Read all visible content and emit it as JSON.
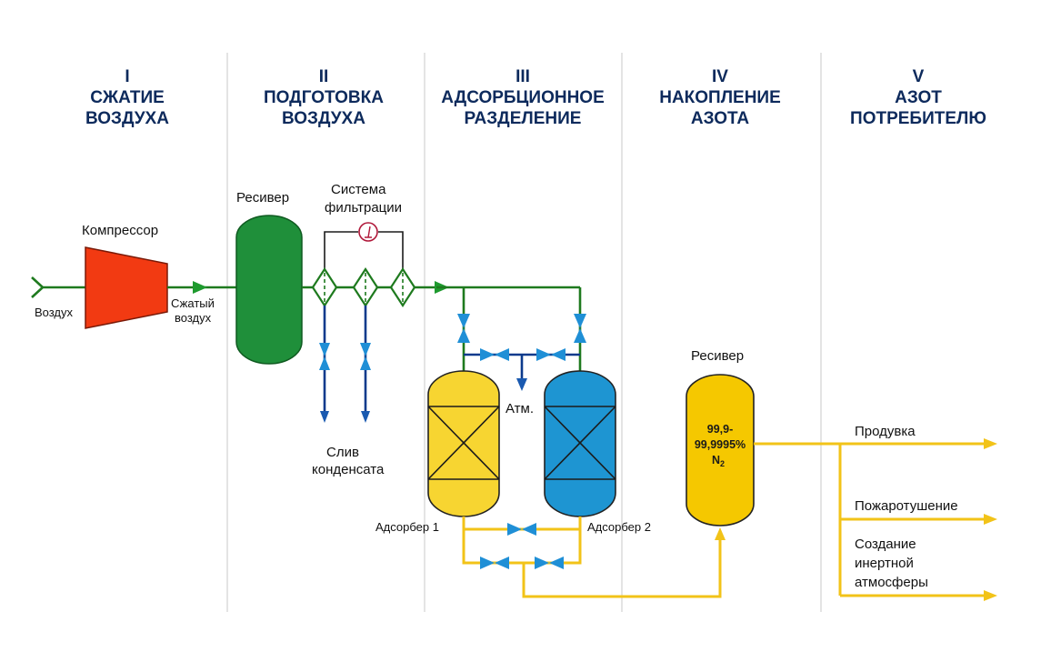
{
  "stages": [
    {
      "numeral": "I",
      "line1": "СЖАТИЕ",
      "line2": "ВОЗДУХА"
    },
    {
      "numeral": "II",
      "line1": "ПОДГОТОВКА",
      "line2": "ВОЗДУХА"
    },
    {
      "numeral": "III",
      "line1": "АДСОРБЦИОННОЕ",
      "line2": "РАЗДЕЛЕНИЕ"
    },
    {
      "numeral": "IV",
      "line1": "НАКОПЛЕНИЕ",
      "line2": "АЗОТА"
    },
    {
      "numeral": "V",
      "line1": "АЗОТ",
      "line2": "ПОТРЕБИТЕЛЮ"
    }
  ],
  "labels": {
    "air_in": "Воздух",
    "compressor": "Компрессор",
    "compressed_air_1": "Сжатый",
    "compressed_air_2": "воздух",
    "receiver_air": "Ресивер",
    "filtration_1": "Система",
    "filtration_2": "фильтрации",
    "drain_1": "Слив",
    "drain_2": "конденсата",
    "atm": "Атм.",
    "adsorber_1": "Адсорбер 1",
    "adsorber_2": "Адсорбер 2",
    "receiver_n2": "Ресивер",
    "purity_1": "99,9-",
    "purity_2": "99,9995%",
    "purity_3": "N",
    "purity_sub": "2"
  },
  "outputs": [
    {
      "lines": [
        "Продувка"
      ]
    },
    {
      "lines": [
        "Пожаротушение"
      ]
    },
    {
      "lines": [
        "Создание",
        "инертной",
        "атмосферы"
      ]
    }
  ],
  "icons": {
    "pressure_gauge": "differential-pressure-gauge-icon",
    "valve": "bowtie-valve-icon"
  },
  "colors": {
    "stage_title": "#0d2a5c",
    "compressor": "#f23a12",
    "air_receiver": "#1f8f3a",
    "air_line": "#1e7a1e",
    "drain_line": "#0c3a8c",
    "valve": "#1f8fd6",
    "adsorber_1": "#f7d531",
    "adsorber_2": "#1e95d2",
    "n2_receiver": "#f5c800",
    "n2_line": "#f2c318",
    "gauge": "#b0183a"
  }
}
